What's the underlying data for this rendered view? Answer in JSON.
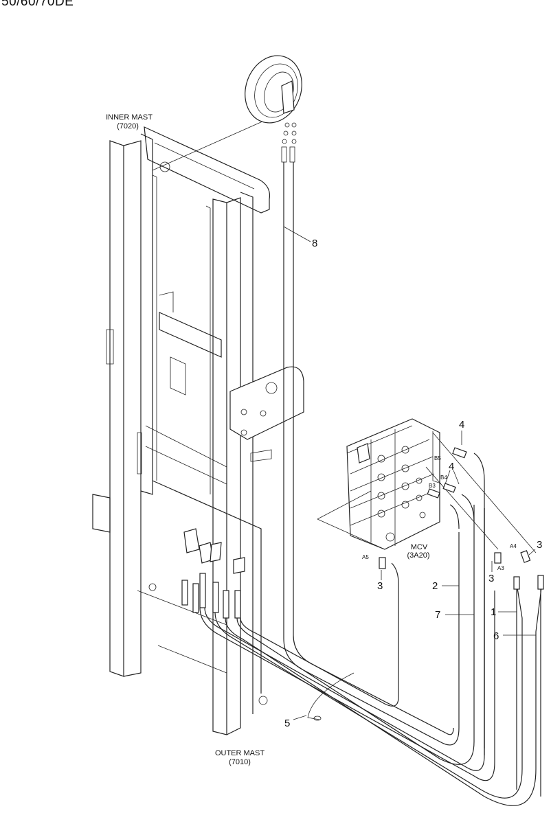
{
  "title": "50/60/70DE",
  "labels": {
    "inner_mast": "INNER MAST",
    "inner_mast_code": "(7020)",
    "outer_mast": "OUTER MAST",
    "outer_mast_code": "(7010)",
    "mcv": "MCV",
    "mcv_code": "(3A20)"
  },
  "ports": [
    "A5",
    "A4",
    "A3",
    "B5",
    "B4",
    "B3"
  ],
  "callouts": [
    "8",
    "4",
    "4",
    "3",
    "3",
    "3",
    "2",
    "7",
    "1",
    "6",
    "5"
  ]
}
